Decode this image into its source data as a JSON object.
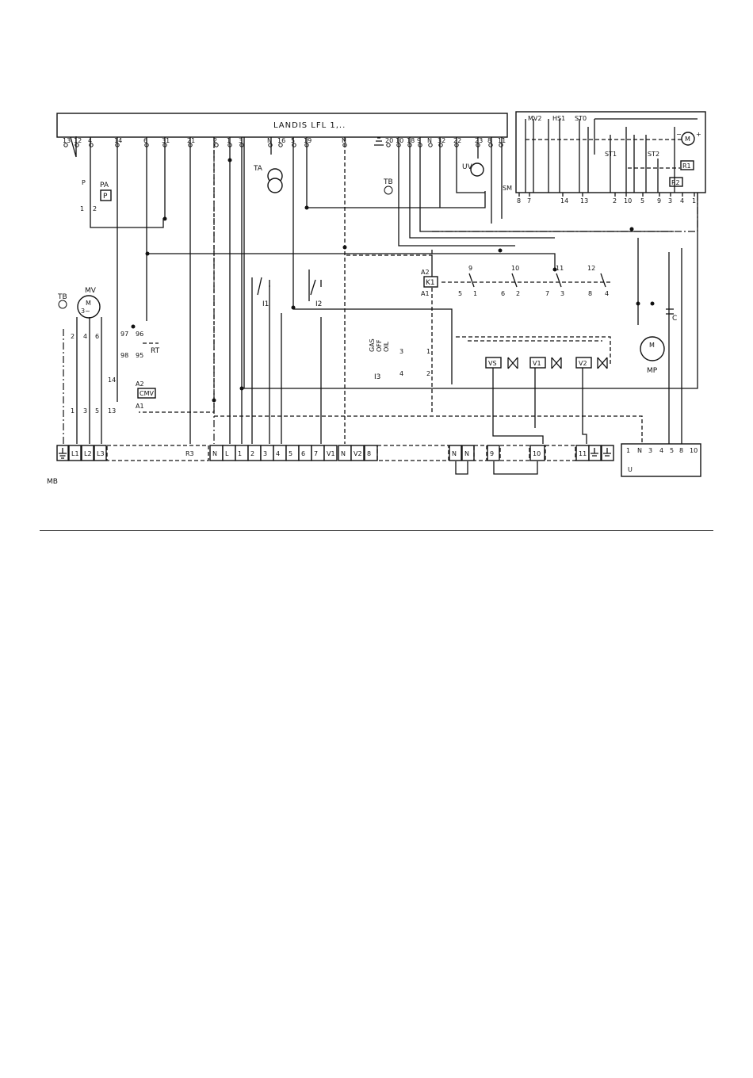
{
  "controller": {
    "title": "LANDIS LFL 1,..",
    "terminals": [
      "13",
      "12",
      "4",
      "14",
      "6",
      "31",
      "21",
      "2",
      "1",
      "3",
      "N",
      "16",
      "5",
      "19",
      "N",
      "20",
      "10",
      "18",
      "9",
      "N",
      "32",
      "22",
      "23",
      "8",
      "11"
    ]
  },
  "components": {
    "pa": "PA",
    "p_box": "P",
    "p": "P",
    "p1": "1",
    "p2": "2",
    "ta": "TA",
    "tb1": "TB",
    "tb2": "TB",
    "uv": "UV",
    "mv": "MV",
    "m": "M",
    "m3": "3~",
    "rt": "RT",
    "rt97": "97",
    "rt96": "96",
    "rt98": "98",
    "rt95": "95",
    "cmv": "CMV",
    "a2": "A2",
    "a1": "A1",
    "c14": "14",
    "c13": "13",
    "k1": "K1",
    "k_a2": "A2",
    "k_a1": "A1",
    "i1": "I1",
    "i2": "I2",
    "i3": "I3",
    "gas": "GAS",
    "off": "OFF",
    "oil": "OIL",
    "vs": "VS",
    "v1": "V1",
    "v2": "V2",
    "mp": "MP",
    "mp_m": "M",
    "c": "C",
    "sm": "SM",
    "mv2": "MV2",
    "hs1": "HS1",
    "st0": "ST0",
    "st1": "ST1",
    "st2": "ST2",
    "r1": "R1",
    "r2": "R2",
    "sm_m": "M",
    "mb": "MB",
    "u": "U",
    "plus": "+",
    "minus": "−"
  },
  "numbers": {
    "mv_l": [
      "2",
      "4",
      "6"
    ],
    "mv_bot": [
      "1",
      "3",
      "5"
    ],
    "i3_a": "3",
    "i3_b": "4",
    "i3_c": "1",
    "i3_d": "2",
    "k_top": [
      "9",
      "10",
      "11",
      "12"
    ],
    "k_mid_l": [
      "5",
      "6",
      "7",
      "8"
    ],
    "k_mid_r": [
      "1",
      "2",
      "3",
      "4"
    ],
    "sm_bot": [
      "8",
      "7",
      "14",
      "13",
      "2",
      "10",
      "5",
      "9",
      "3",
      "4",
      "1"
    ]
  },
  "terminal_strip": {
    "mb": [
      "L1",
      "L2",
      "L3",
      "R3"
    ],
    "main": [
      "N",
      "L",
      "1",
      "2",
      "3",
      "4",
      "5",
      "6",
      "7",
      "V1",
      "N",
      "V2",
      "8"
    ],
    "nn": [
      "N",
      "N"
    ],
    "t9": "9",
    "t10": "10",
    "t11": "11"
  },
  "u_terminals": [
    "1",
    "N",
    "3",
    "4",
    "5",
    "8",
    "10"
  ]
}
